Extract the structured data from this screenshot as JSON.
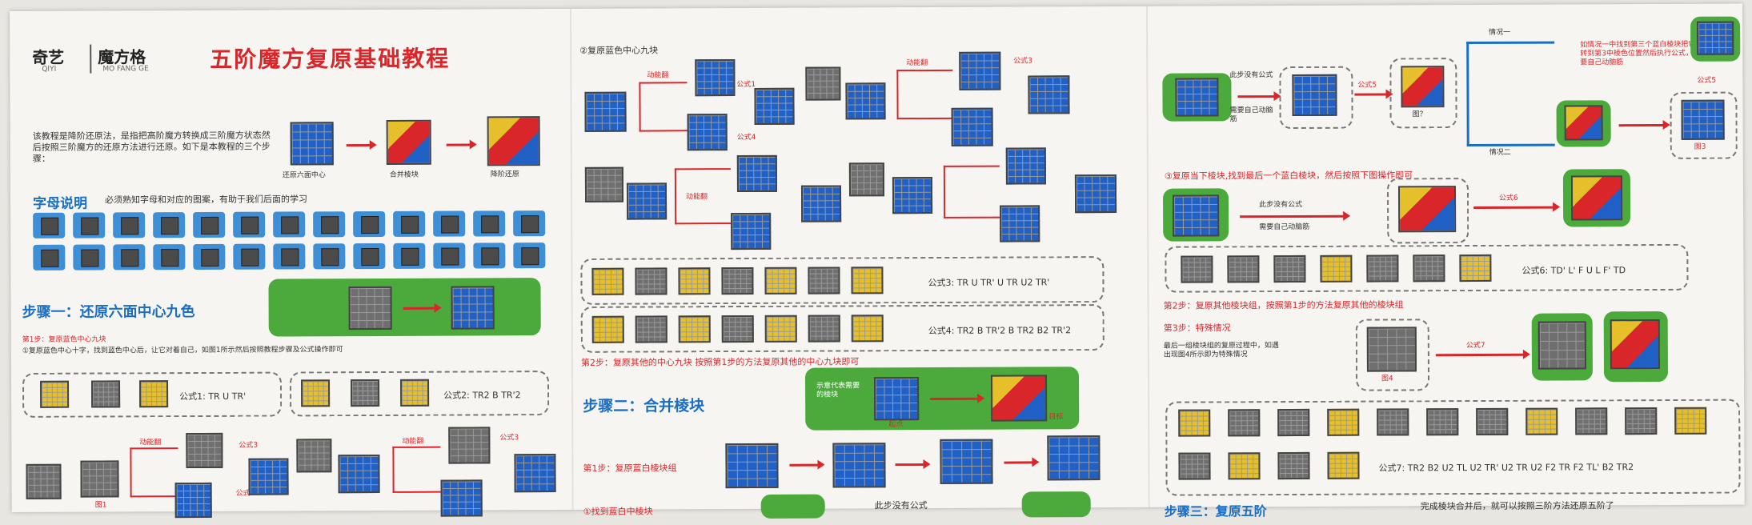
{
  "brand": {
    "name_cn": "奇艺",
    "name_en": "QIYI",
    "sub_cn": "魔方格",
    "sub_en": "MO FANG GE"
  },
  "title": "五阶魔方复原基础教程",
  "intro": "该教程是降阶还原法，是指把高阶魔方转换成三阶魔方状态然后按照三阶魔方的还原方法进行还原。如下是本教程的三个步骤：",
  "overview": [
    "还原六面中心",
    "合并棱块",
    "降阶还原"
  ],
  "letters": {
    "heading": "字母说明",
    "desc": "必须熟知字母和对应的图案，有助于我们后面的学习"
  },
  "step1": {
    "heading": "步骤一：还原六面中心九色",
    "sub1": "第1步：复原蓝色中心九块",
    "sub1_desc": "①复原蓝色中心十字，找到蓝色中心后，让它对着自己，如图1所示然后按照教程步骤及公式操作即可",
    "formula1": "公式1: TR U TR'",
    "formula2": "公式2: TR2 B TR'2",
    "label_move": "动能翻",
    "label_img1": "图1",
    "label_f3": "公式3",
    "label_f4": "公式4"
  },
  "step1b": {
    "sub2": "②复原蓝色中心九块",
    "label_move": "动能翻",
    "formula1": "公式1",
    "formula3": "公式3",
    "formula4": "公式4",
    "algo1": "公式3: TR U TR' U TR U2 TR'",
    "algo2": "公式4: TR2 B TR'2 B TR2 B2 TR'2",
    "step2": "第2步：复原其他的中心九块 按照第1步的方法复原其他的中心九块即可"
  },
  "step2": {
    "heading": "步骤二：合并棱块",
    "note": "示意代表需要的棱块",
    "label_start": "起点",
    "label_end": "目标",
    "sub1": "第1步：复原蓝白棱块组",
    "sub_bottom": "①找到蓝白中棱块",
    "no_formula": "此步没有公式"
  },
  "right": {
    "case1": "情况一",
    "case2": "情况二",
    "case_note": "如情况一中找到第三个蓝白棱块把它转到第3中棱色位置然后执行公式，需要自己动脑筋",
    "no_formula": "此步没有公式",
    "need_think": "需要自己动脑筋",
    "label_img": "图？",
    "formula5": "公式5",
    "label_img3": "图3",
    "sub3": "③复原当下棱块,找到最后一个蓝白棱块，然后按照下图操作即可",
    "no_formula2": "此步没有公式",
    "need_think2": "需要自己动脑筋",
    "formula6": "公式6",
    "algo6": "公式6: TD' L' F U L F' TD",
    "step2": "第2步：复原其他棱块组，按照第1步的方法复原其他的棱块组",
    "step3": "第3步：特殊情况",
    "step3_desc": "最后一组棱块组的复原过程中，如遇出现图4所示即为特殊情况",
    "label_img4": "图4",
    "formula7": "公式7",
    "algo7": "公式7: TR2 B2 U2 TL U2 TR' U2 TR U2 F2 TR F2 TL' B2 TR2",
    "step3_heading": "步骤三：复原五阶",
    "step3_tail": "完成棱块合并后，就可以按照三阶方法还原五阶了"
  }
}
